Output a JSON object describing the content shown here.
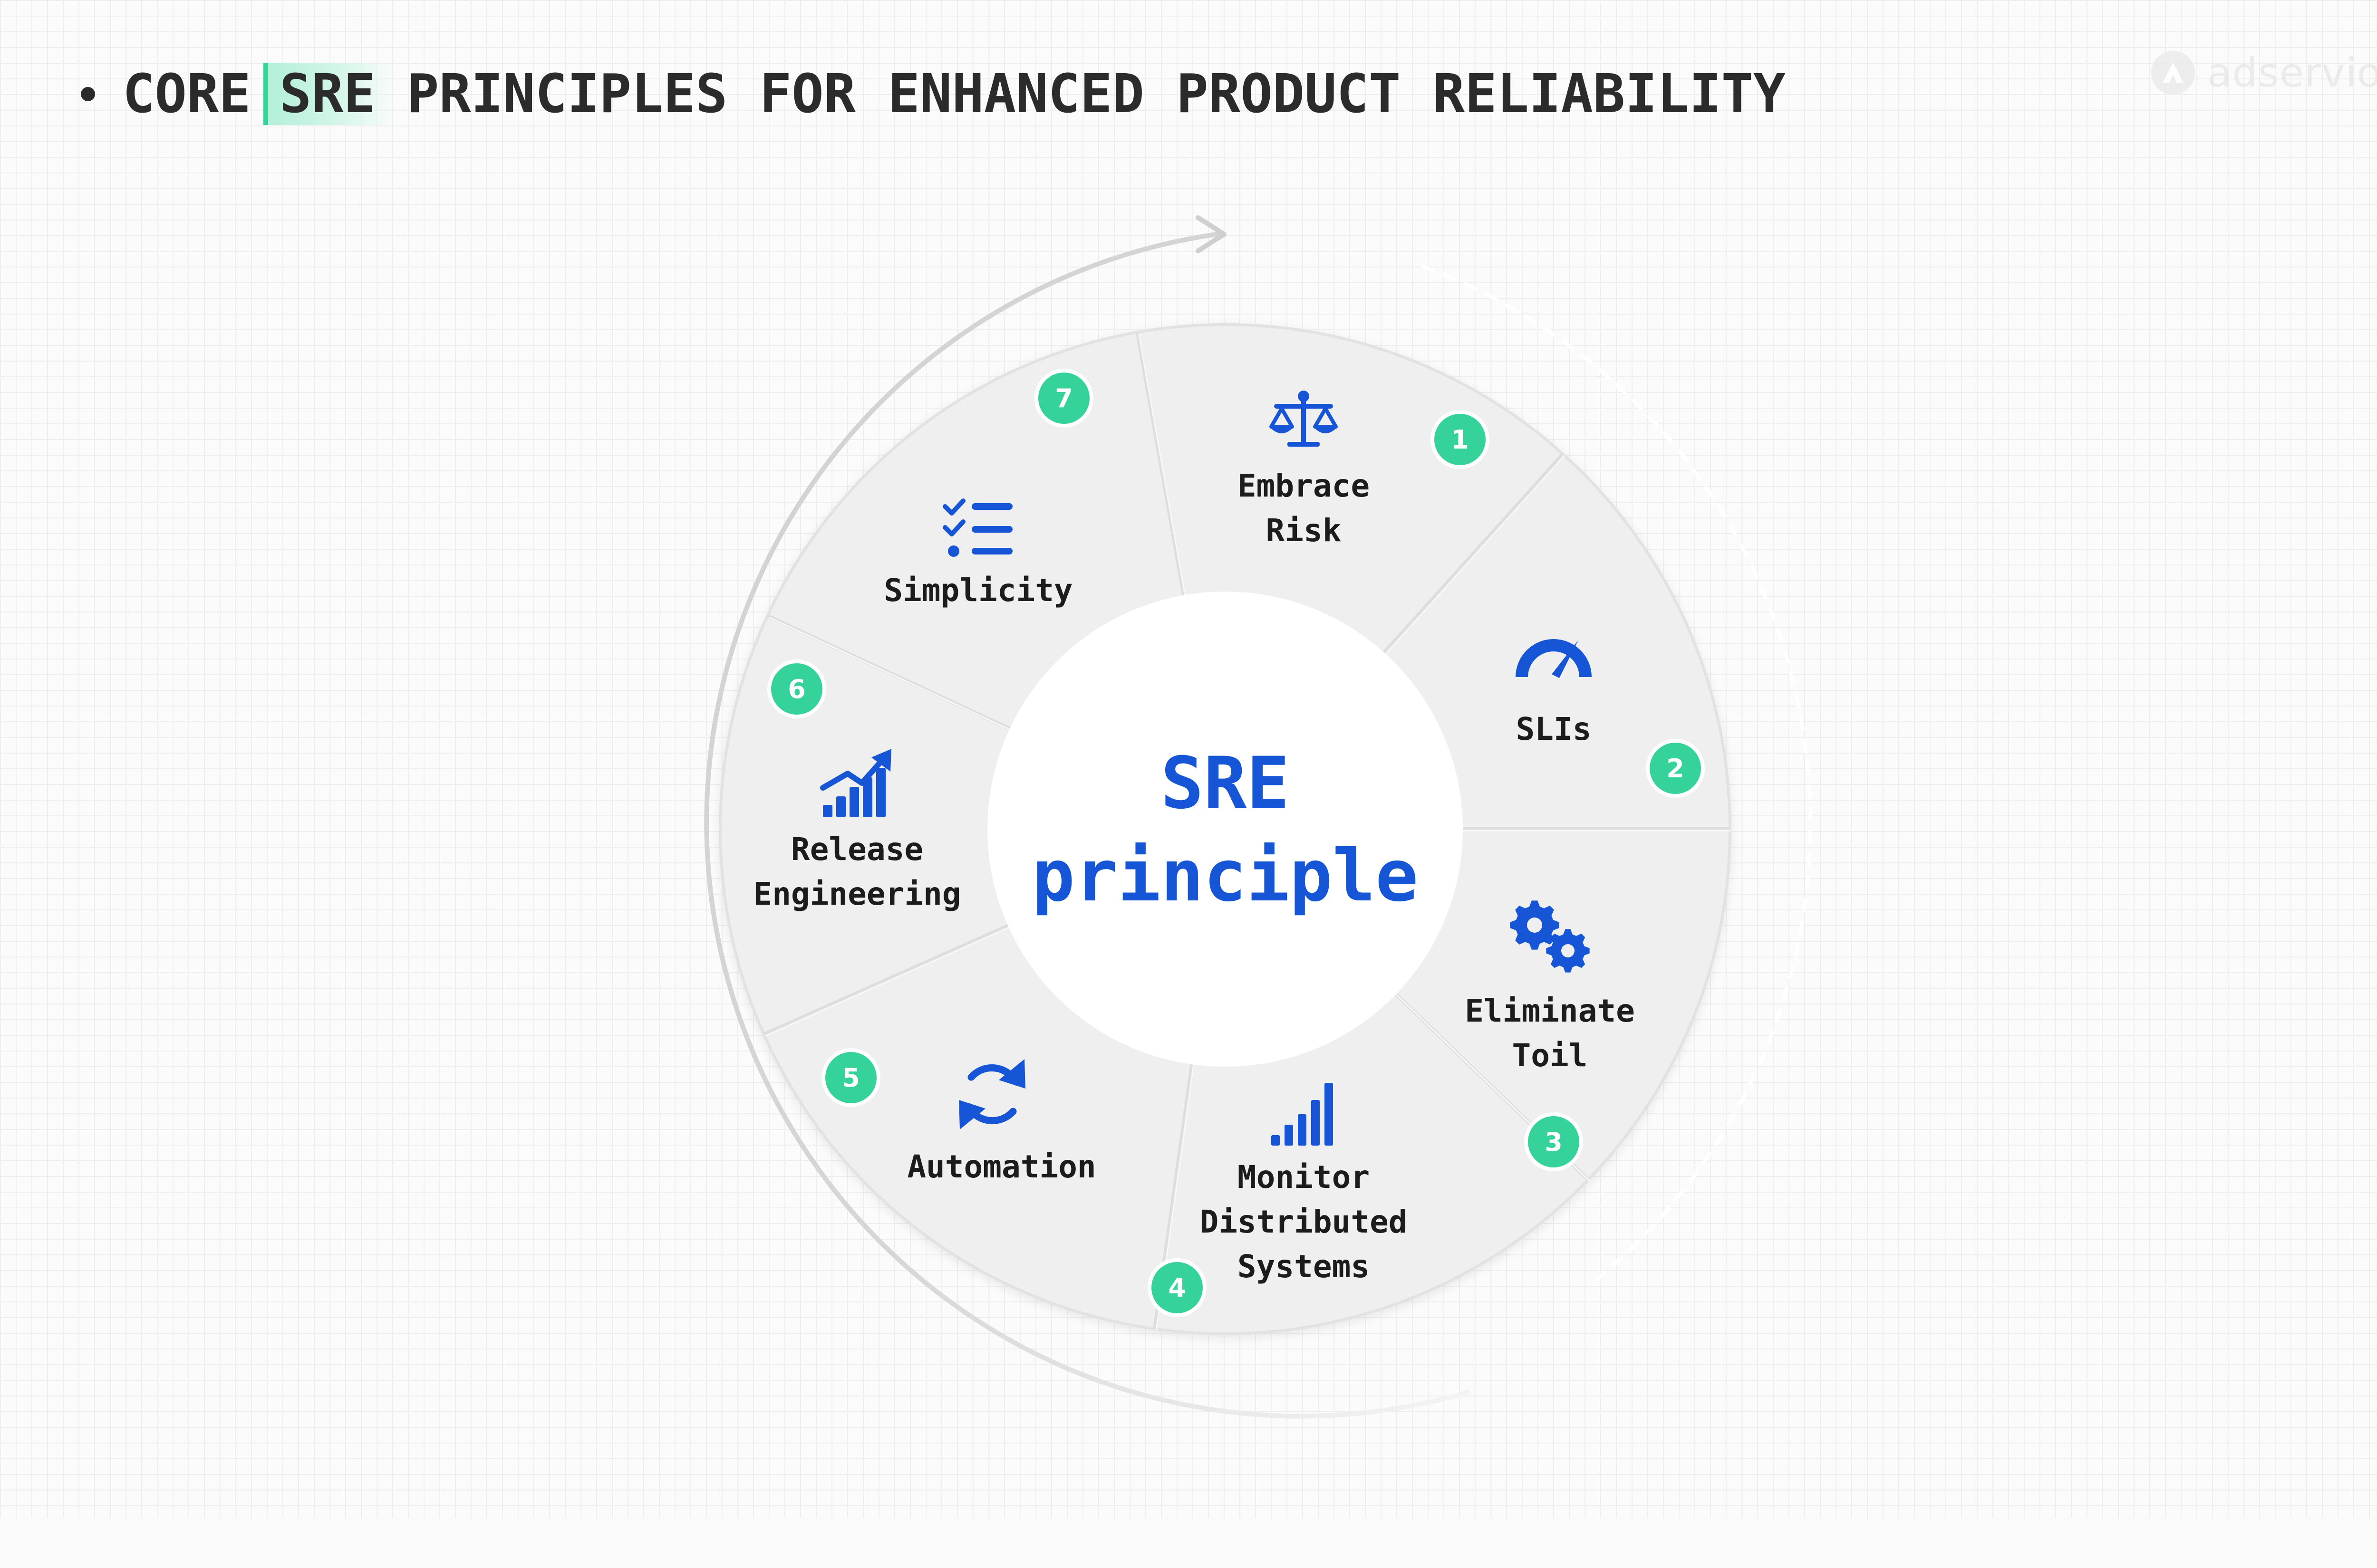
{
  "header": {
    "prefix": "CORE",
    "highlight": "SRE",
    "rest": "PRINCIPLES FOR ENHANCED PRODUCT RELIABILITY"
  },
  "logo": {
    "text": "adservio"
  },
  "center": {
    "line1": "SRE",
    "line2": "principle"
  },
  "colors": {
    "accent_blue": "#1656d6",
    "badge_green": "#35d29a",
    "segment_fill": "#efefef",
    "ink": "#1c1c1c"
  },
  "segments": [
    {
      "number": "1",
      "lines": [
        "Embrace",
        "Risk"
      ],
      "icon": "scale-icon"
    },
    {
      "number": "2",
      "lines": [
        "SLIs"
      ],
      "icon": "speedometer-icon"
    },
    {
      "number": "3",
      "lines": [
        "Eliminate",
        "Toil"
      ],
      "icon": "gears-icon"
    },
    {
      "number": "4",
      "lines": [
        "Monitor",
        "Distributed",
        "Systems"
      ],
      "icon": "signal-bars-icon"
    },
    {
      "number": "5",
      "lines": [
        "Automation"
      ],
      "icon": "refresh-icon"
    },
    {
      "number": "6",
      "lines": [
        "Release",
        "Engineering"
      ],
      "icon": "growth-chart-icon"
    },
    {
      "number": "7",
      "lines": [
        "Simplicity"
      ],
      "icon": "checklist-icon"
    }
  ]
}
